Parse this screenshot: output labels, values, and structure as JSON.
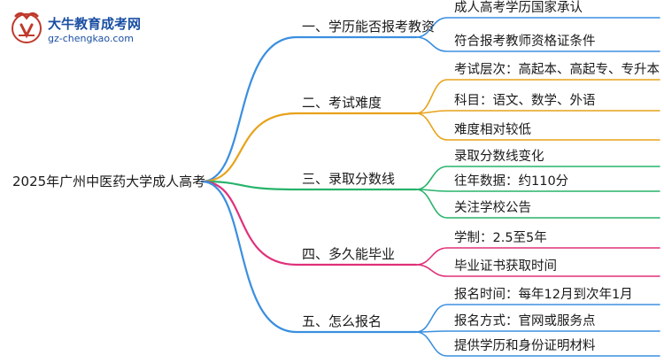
{
  "logo": {
    "title": "大牛教育成考网",
    "url": "gz-chengkao.com"
  },
  "root": "2025年广州中医药大学成人高考",
  "branches": [
    {
      "label": "一、学历能否报考教资",
      "color": "#3b8fe0",
      "leaves": [
        "成人高考学历国家承认",
        "符合报考教师资格证条件"
      ]
    },
    {
      "label": "二、考试难度",
      "color": "#e8a21a",
      "leaves": [
        "考试层次：高起本、高起专、专升本",
        "科目：语文、数学、外语",
        "难度相对较低"
      ]
    },
    {
      "label": "三、录取分数线",
      "color": "#27b36a",
      "leaves": [
        "录取分数线变化",
        "往年数据：约110分",
        "关注学校公告"
      ]
    },
    {
      "label": "四、多久能毕业",
      "color": "#e0307a",
      "leaves": [
        "学制：2.5至5年",
        "毕业证书获取时间"
      ]
    },
    {
      "label": "五、怎么报名",
      "color": "#3b8fe0",
      "leaves": [
        "报名时间：每年12月到次年1月",
        "报名方式：官网或服务点",
        "提供学历和身份证明材料"
      ]
    }
  ]
}
